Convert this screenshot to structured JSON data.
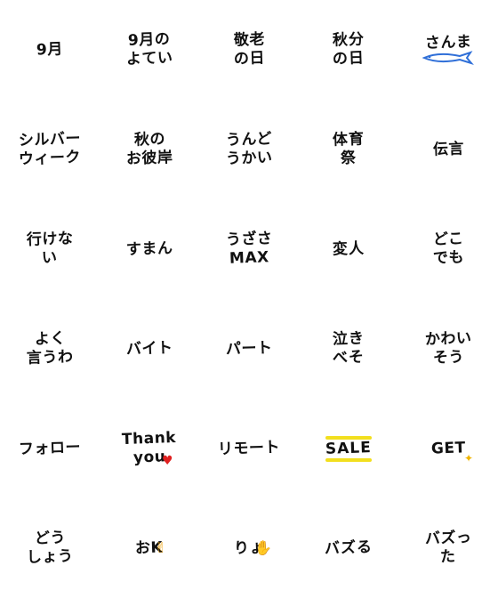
{
  "stickers": [
    {
      "lines": [
        "9月"
      ],
      "deco": ""
    },
    {
      "lines": [
        "9月の",
        "よてい"
      ],
      "deco": ""
    },
    {
      "lines": [
        "敬老",
        "の日"
      ],
      "deco": ""
    },
    {
      "lines": [
        "秋分",
        "の日"
      ],
      "deco": ""
    },
    {
      "lines": [
        "さんま"
      ],
      "deco": "fish-icon"
    },
    {
      "lines": [
        "シルバー",
        "ウィーク"
      ],
      "deco": ""
    },
    {
      "lines": [
        "秋の",
        "お彼岸"
      ],
      "deco": ""
    },
    {
      "lines": [
        "うんど",
        "うかい"
      ],
      "deco": ""
    },
    {
      "lines": [
        "体育",
        "祭"
      ],
      "deco": ""
    },
    {
      "lines": [
        "伝言"
      ],
      "deco": ""
    },
    {
      "lines": [
        "行けな",
        "い"
      ],
      "deco": ""
    },
    {
      "lines": [
        "すまん"
      ],
      "deco": ""
    },
    {
      "lines": [
        "うざさ",
        "MAX"
      ],
      "deco": ""
    },
    {
      "lines": [
        "変人"
      ],
      "deco": ""
    },
    {
      "lines": [
        "どこ",
        "でも"
      ],
      "deco": ""
    },
    {
      "lines": [
        "よく",
        "言うわ"
      ],
      "deco": ""
    },
    {
      "lines": [
        "バイト"
      ],
      "deco": ""
    },
    {
      "lines": [
        "パート"
      ],
      "deco": ""
    },
    {
      "lines": [
        "泣き",
        "べそ"
      ],
      "deco": ""
    },
    {
      "lines": [
        "かわい",
        "そう"
      ],
      "deco": ""
    },
    {
      "lines": [
        "フォロー"
      ],
      "deco": ""
    },
    {
      "lines": [
        "Thank",
        "you"
      ],
      "deco": "heart-icon"
    },
    {
      "lines": [
        "リモート"
      ],
      "deco": ""
    },
    {
      "lines": [
        "SALE"
      ],
      "deco": "sale-bars"
    },
    {
      "lines": [
        "GET"
      ],
      "deco": "sparkle-icon"
    },
    {
      "lines": [
        "どう",
        "しょう"
      ],
      "deco": ""
    },
    {
      "lines": [
        "おK"
      ],
      "deco": "ok-hand-icon"
    },
    {
      "lines": [
        "りょ"
      ],
      "deco": "wave-hand-icon"
    },
    {
      "lines": [
        "バズる"
      ],
      "deco": ""
    },
    {
      "lines": [
        "バズっ",
        "た"
      ],
      "deco": ""
    }
  ],
  "colors": {
    "ink": "#111111",
    "fish_blue": "#2f6fd8",
    "heart_red": "#e02020",
    "sale_yellow": "#f2df1e",
    "accent_orange": "#f0a818"
  }
}
